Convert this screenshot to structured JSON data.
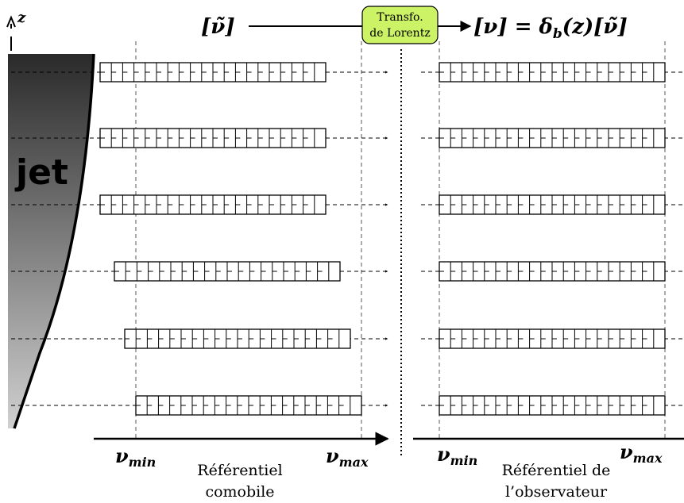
{
  "axis": {
    "z_label": "z"
  },
  "jet": {
    "label": "jet"
  },
  "header": {
    "input_symbol": "[ν̃]",
    "transform_line1": "Transfo.",
    "transform_line2": "de Lorentz",
    "output_symbol": "[ν] = δ",
    "output_sub": "b",
    "output_tail": "(z)[ν̃]",
    "box_color": "#ccf266"
  },
  "left_frame": {
    "nu_min": "ν",
    "nu_min_sub": "min",
    "nu_max": "ν",
    "nu_max_sub": "max",
    "caption_line1": "Référentiel",
    "caption_line2": "comobile"
  },
  "right_frame": {
    "nu_min": "ν",
    "nu_min_sub": "min",
    "nu_max": "ν",
    "nu_max_sub": "max",
    "caption_line1": "Référentiel de",
    "caption_line2": "l’observateur"
  }
}
